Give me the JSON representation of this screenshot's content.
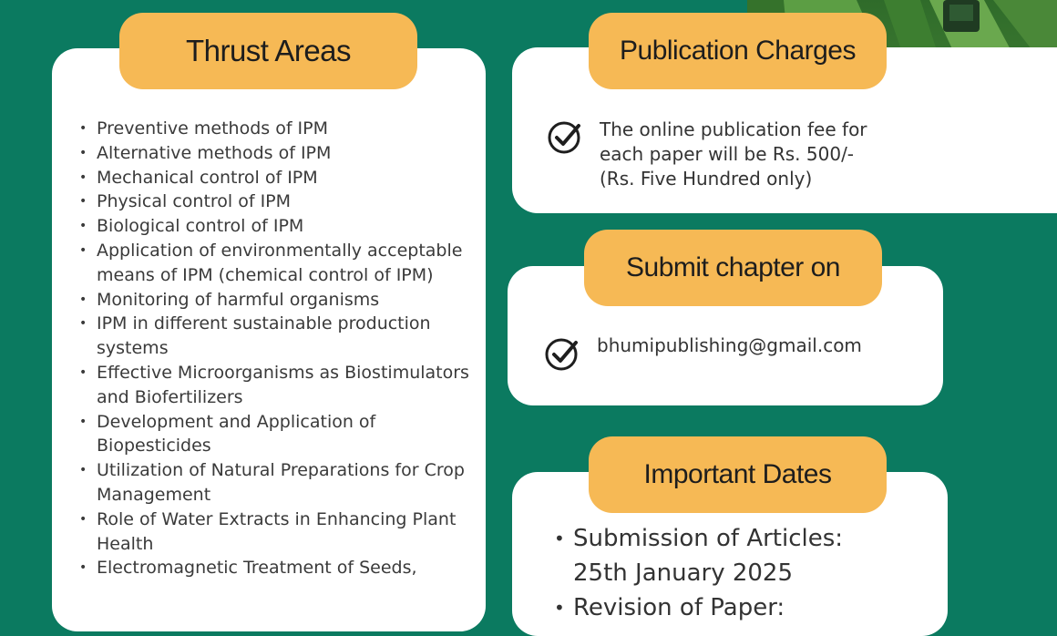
{
  "thrust": {
    "heading": "Thrust Areas",
    "items": [
      "Preventive methods of IPM",
      "Alternative methods of IPM",
      "Mechanical control of IPM",
      "Physical control of IPM",
      "Biological control of IPM",
      "Application of environmentally acceptable means of IPM (chemical control of IPM)",
      "Monitoring of harmful organisms",
      "IPM in different sustainable production systems",
      "Effective Microorganisms as Biostimulators and Biofertilizers",
      "Development and Application of Biopesticides",
      "Utilization of Natural Preparations for Crop Management",
      "Role of Water Extracts in Enhancing Plant Health",
      "Electromagnetic Treatment of Seeds,"
    ]
  },
  "charges": {
    "heading": "Publication Charges",
    "line1": "The online publication fee for",
    "line2": "each paper will be Rs. 500/-",
    "line3": "(Rs. Five Hundred only)"
  },
  "submit": {
    "heading": "Submit chapter on",
    "email": "bhumipublishing@gmail.com"
  },
  "dates": {
    "heading": "Important Dates",
    "items": [
      {
        "label": "Submission of Articles:",
        "value": "25th January 2025"
      },
      {
        "label": "Revision of Paper:",
        "value": ""
      }
    ]
  },
  "colors": {
    "background": "#0b7a60",
    "pill": "#f6b955",
    "card": "#ffffff"
  }
}
